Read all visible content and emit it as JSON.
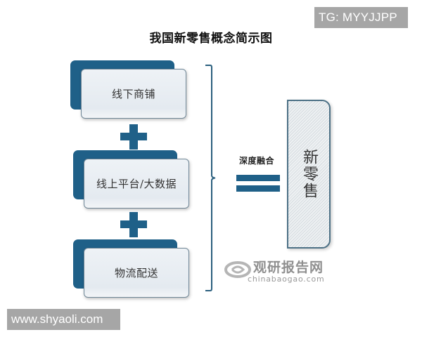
{
  "title": "我国新零售概念简示图",
  "watermarks": {
    "top_right": "TG: MYYJJPP",
    "bottom_left": "www.shyaoli.com"
  },
  "components": [
    {
      "label": "线下商铺"
    },
    {
      "label": "线上平台/大数据"
    },
    {
      "label": "物流配送"
    }
  ],
  "operators": {
    "plus_1": "plus-icon",
    "plus_2": "plus-icon",
    "bracket": "right-curly-brace",
    "equals": "equals-icon"
  },
  "relation_label": "深度融合",
  "result": {
    "label": "新零售"
  },
  "source_logo": {
    "name_cn": "观研报告网",
    "url_text": "chinabaogao.com"
  },
  "colors": {
    "primary_blue": "#1f6088",
    "card_face": "#e8edf2",
    "card_border": "#6f8696",
    "result_border": "#4d7186",
    "watermark_gray": "#a6a6a6"
  }
}
